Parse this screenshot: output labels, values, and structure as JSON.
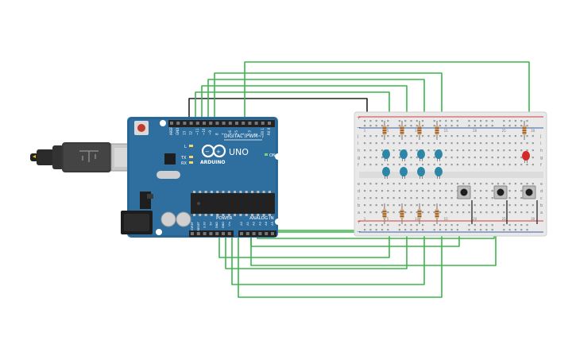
{
  "canvas": {
    "background": "#ffffff"
  },
  "colors": {
    "board_blue": "#2f6f9f",
    "board_dark": "#1f5a85",
    "wire_green": "#3bb54a",
    "wire_black": "#222222",
    "breadboard": "#e9e9e9",
    "rail_red": "#d43c3c",
    "rail_blue": "#3a5fa8",
    "led_blue": "#2b86a8",
    "led_red": "#d42a2a",
    "resistor": "#d8b07a"
  },
  "arduino": {
    "brand": "ARDUINO",
    "model": "UNO",
    "digital_label": "DIGITAL (PWM~)",
    "analog_label": "ANALOG IN",
    "power_label": "POWER",
    "on_label": "ON",
    "tx_label": "TX",
    "rx_label": "RX",
    "l_label": "L",
    "top_pins": [
      "AREF",
      "GND",
      "13",
      "12",
      "~11",
      "~10",
      "~9",
      "8",
      "7",
      "~6",
      "~5",
      "4",
      "~3",
      "2",
      "TX 1",
      "RX 0"
    ],
    "power_pins": [
      "IOREF",
      "RESET",
      "3.3V",
      "5V",
      "GND",
      "GND",
      "Vin"
    ],
    "analog_pins": [
      "A0",
      "A1",
      "A2",
      "A3",
      "A4",
      "A5"
    ]
  },
  "breadboard": {
    "row_letters_top": [
      "j",
      "i",
      "h",
      "g",
      "f"
    ],
    "row_letters_bottom": [
      "e",
      "d",
      "c",
      "b",
      "a"
    ],
    "column_numbers": [
      "1",
      "5",
      "10",
      "15",
      "20",
      "25",
      "30"
    ]
  },
  "components": {
    "resistor_count": 9,
    "blue_led_count": 8,
    "red_led_count": 1,
    "pushbutton_count": 3
  },
  "icons": {
    "usb_cable": "usb-cable-icon",
    "reset_button": "reset-button-icon",
    "power_jack": "dc-jack-icon",
    "logo": "arduino-infinity-logo"
  }
}
